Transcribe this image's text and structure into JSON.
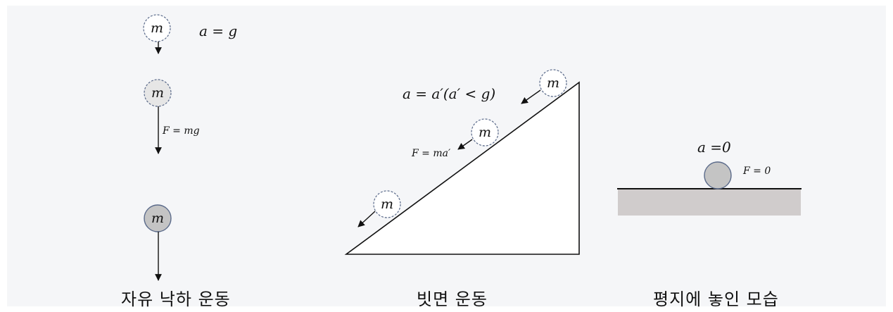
{
  "free_fall": {
    "mass_top": "m",
    "accel_label": "a = g",
    "mass_mid": "m",
    "force_label": "F = mg",
    "mass_bottom": "m",
    "caption": "자유 낙하 운동"
  },
  "incline": {
    "accel_label": "a = a′(a′ < g)",
    "mass_top": "m",
    "mass_mid": "m",
    "force_label": "F = ma′",
    "mass_bottom": "m",
    "caption": "빗면 운동"
  },
  "flat": {
    "accel_label": "a =0",
    "force_label": "F = 0",
    "caption": "평지에 놓인 모습"
  },
  "colors": {
    "ball_fill_light": "#e6e6e6",
    "ball_fill_dark": "#c4c4c4",
    "ball_stroke": "#5a6a8a",
    "ground": "#d0cccc"
  }
}
